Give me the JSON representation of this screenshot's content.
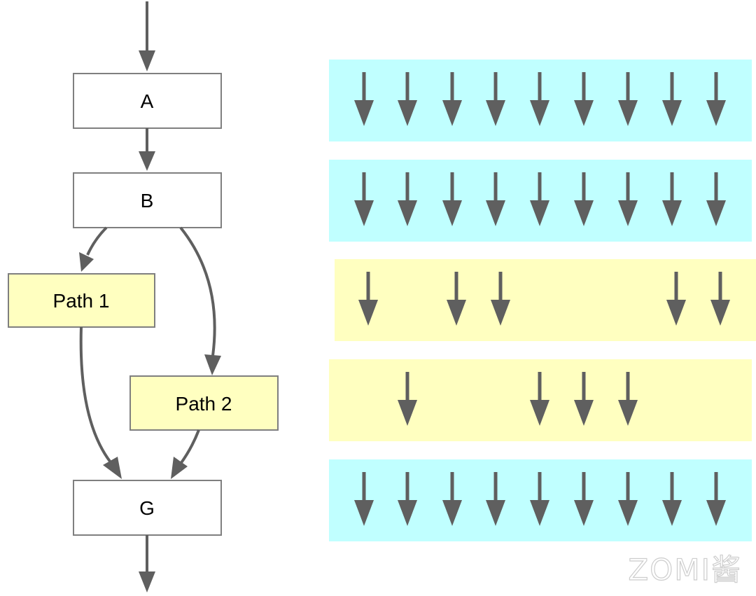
{
  "colors": {
    "arrow": "#5f5f5f",
    "node_fill": "#ffffff",
    "node_border": "#7f7f7f",
    "path_fill": "#ffffc0",
    "lane_full": "#c0ffff",
    "lane_partial": "#ffffc0"
  },
  "nodes": {
    "a": "A",
    "b": "B",
    "path1": "Path 1",
    "path2": "Path 2",
    "g": "G"
  },
  "lanes": [
    {
      "name": "A",
      "color": "cyan",
      "active": [
        1,
        1,
        1,
        1,
        1,
        1,
        1,
        1,
        1
      ]
    },
    {
      "name": "B",
      "color": "cyan",
      "active": [
        1,
        1,
        1,
        1,
        1,
        1,
        1,
        1,
        1
      ]
    },
    {
      "name": "Path 1",
      "color": "yellow",
      "active": [
        1,
        0,
        1,
        1,
        0,
        0,
        0,
        1,
        1
      ]
    },
    {
      "name": "Path 2",
      "color": "yellow",
      "active": [
        0,
        1,
        0,
        0,
        1,
        1,
        1,
        0,
        0
      ]
    },
    {
      "name": "G",
      "color": "cyan",
      "active": [
        1,
        1,
        1,
        1,
        1,
        1,
        1,
        1,
        1
      ]
    }
  ],
  "watermark": "ZOMI酱"
}
